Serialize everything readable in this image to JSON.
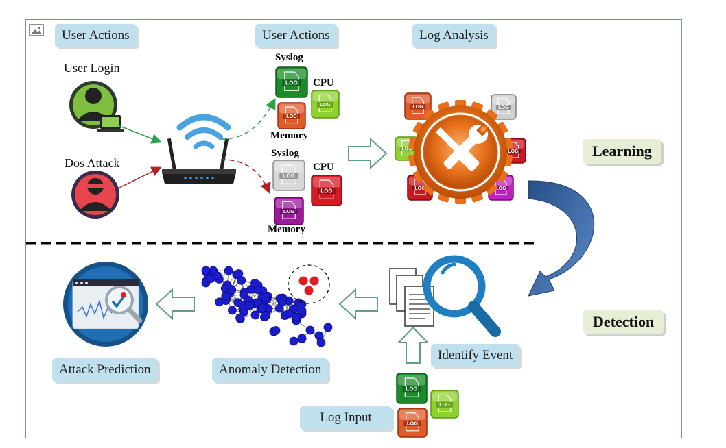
{
  "labels": {
    "user_actions_left": "User Actions",
    "user_actions_mid": "User Actions",
    "log_analysis": "Log Analysis",
    "user_login": "User Login",
    "dos_attack": "Dos Attack",
    "syslog_top": "Syslog",
    "cpu_top": "CPU",
    "memory_top": "Memory",
    "syslog_bottom": "Syslog",
    "cpu_bottom": "CPU",
    "memory_bottom": "Memory",
    "learning": "Learning",
    "detection": "Detection",
    "attack_prediction": "Attack Prediction",
    "anomaly_detection": "Anomaly Detection",
    "identify_event": "Identify Event",
    "log_input": "Log Input",
    "log_icon_text": "LOG"
  },
  "colors": {
    "label_bg": "#bfe0ec",
    "phase_bg": "#e6efd6",
    "normal_flow": "#2ca24a",
    "attack_flow": "#b22222",
    "arrow_outline": "#5f9e86",
    "curve_arrow": "#3a6aa6",
    "node_blue": "#1c1ccf"
  }
}
